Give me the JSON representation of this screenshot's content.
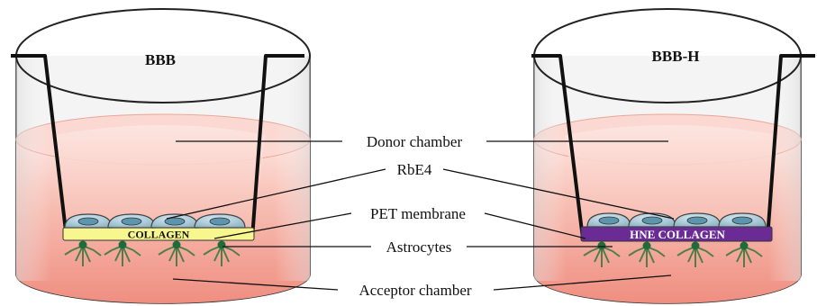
{
  "wells": [
    {
      "id": "bbb",
      "title": "BBB",
      "coating_label": "COLLAGEN",
      "coating_color": "#f8f78f",
      "coating_text_color": "#111111"
    },
    {
      "id": "bbbh",
      "title": "BBB-H",
      "coating_label": "HNE COLLAGEN",
      "coating_color": "#6a2b95",
      "coating_text_color": "#ffffff"
    }
  ],
  "labels": {
    "donor": "Donor chamber",
    "rbe4": "RbE4",
    "pet": "PET membrane",
    "astrocytes": "Astrocytes",
    "acceptor": "Acceptor chamber"
  },
  "colors": {
    "medium": "#f29a8d",
    "cell_body": "#a9c8d6",
    "nucleus": "#5c95ad",
    "astrocyte_body": "#1f6b3a",
    "astrocyte_process": "#5e8c55",
    "outline": "#222222"
  }
}
